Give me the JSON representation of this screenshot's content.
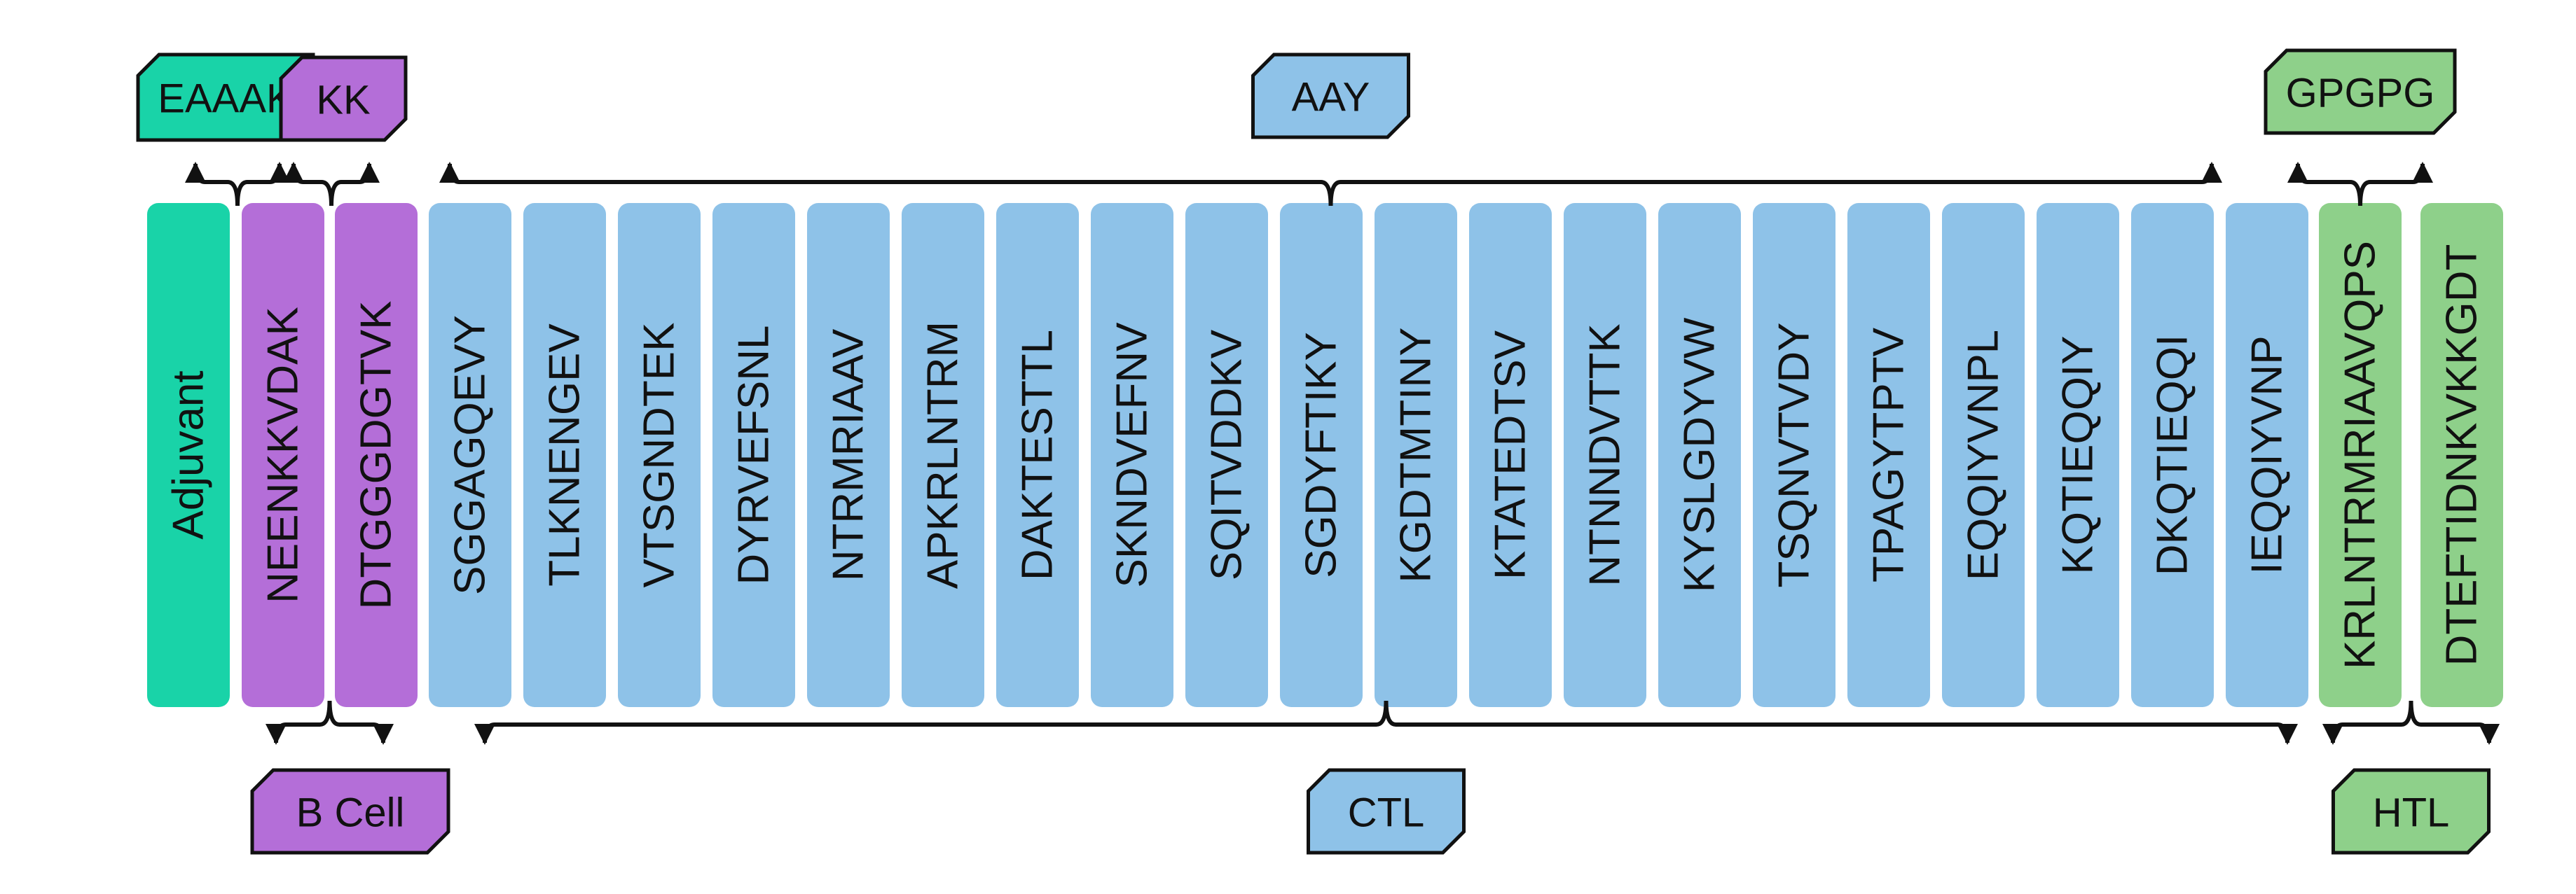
{
  "colors": {
    "adjuvant": "#19D3A8",
    "bcell": "#B46ED8",
    "ctl": "#8EC2E8",
    "htl": "#8ED08A",
    "stroke": "#111111"
  },
  "segments": [
    {
      "label": "Adjuvant",
      "type": "adjuvant"
    },
    {
      "label": "NEENKKVDAK",
      "type": "bcell"
    },
    {
      "label": "DTGGGDGTVK",
      "type": "bcell"
    },
    {
      "label": "SGGAGQEVY",
      "type": "ctl"
    },
    {
      "label": "TLKNENGEV",
      "type": "ctl"
    },
    {
      "label": "VTSGNDTEK",
      "type": "ctl"
    },
    {
      "label": "DYRVEFSNL",
      "type": "ctl"
    },
    {
      "label": "NTRMRIAAV",
      "type": "ctl"
    },
    {
      "label": "APKRLNTRM",
      "type": "ctl"
    },
    {
      "label": "DAKTESTTL",
      "type": "ctl"
    },
    {
      "label": "SKNDVEFNV",
      "type": "ctl"
    },
    {
      "label": "SQITVDDKV",
      "type": "ctl"
    },
    {
      "label": "SGDYFTIKY",
      "type": "ctl"
    },
    {
      "label": "KGDTMTINY",
      "type": "ctl"
    },
    {
      "label": "KTATEDTSV",
      "type": "ctl"
    },
    {
      "label": "NTNNDVTTK",
      "type": "ctl"
    },
    {
      "label": "KYSLGDYVW",
      "type": "ctl"
    },
    {
      "label": "TSQNVTVDY",
      "type": "ctl"
    },
    {
      "label": "TPAGYTPTV",
      "type": "ctl"
    },
    {
      "label": "EQQIYVNPL",
      "type": "ctl"
    },
    {
      "label": "KQTIEQQIY",
      "type": "ctl"
    },
    {
      "label": "DKQTIEQQI",
      "type": "ctl"
    },
    {
      "label": "IEQQIYVNP",
      "type": "ctl"
    },
    {
      "label": "KRLNTRMRIAAVQPS",
      "type": "htl"
    },
    {
      "label": "DTEFTIDNKVKKGDT",
      "type": "htl"
    }
  ],
  "linkers": {
    "eaaak": {
      "label": "EAAAK",
      "type": "adjuvant"
    },
    "kk": {
      "label": "KK",
      "type": "bcell"
    },
    "aay": {
      "label": "AAY",
      "type": "ctl"
    },
    "gpgpg": {
      "label": "GPGPG",
      "type": "htl"
    }
  },
  "epitope_groups": {
    "bcell": {
      "label": "B Cell",
      "type": "bcell"
    },
    "ctl": {
      "label": "CTL",
      "type": "ctl"
    },
    "htl": {
      "label": "HTL",
      "type": "htl"
    }
  }
}
